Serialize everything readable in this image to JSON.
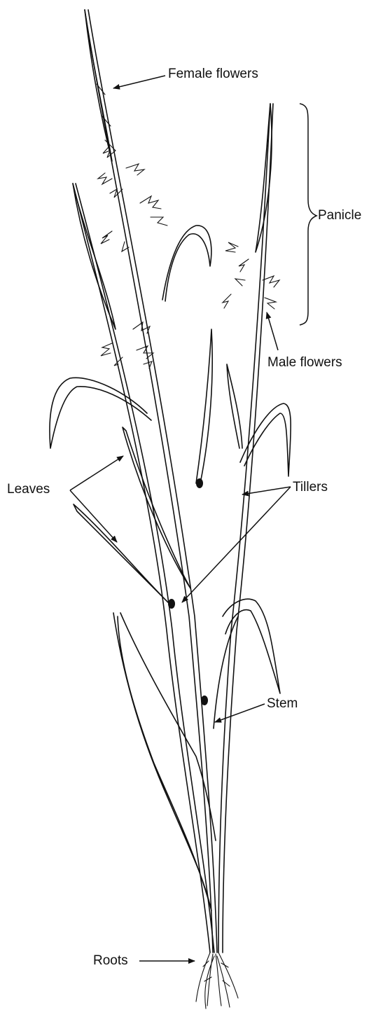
{
  "labels": {
    "female_flowers": "Female flowers",
    "panicle": "Panicle",
    "male_flowers": "Male flowers",
    "tillers": "Tillers",
    "leaves": "Leaves",
    "stem": "Stem",
    "roots": "Roots"
  }
}
